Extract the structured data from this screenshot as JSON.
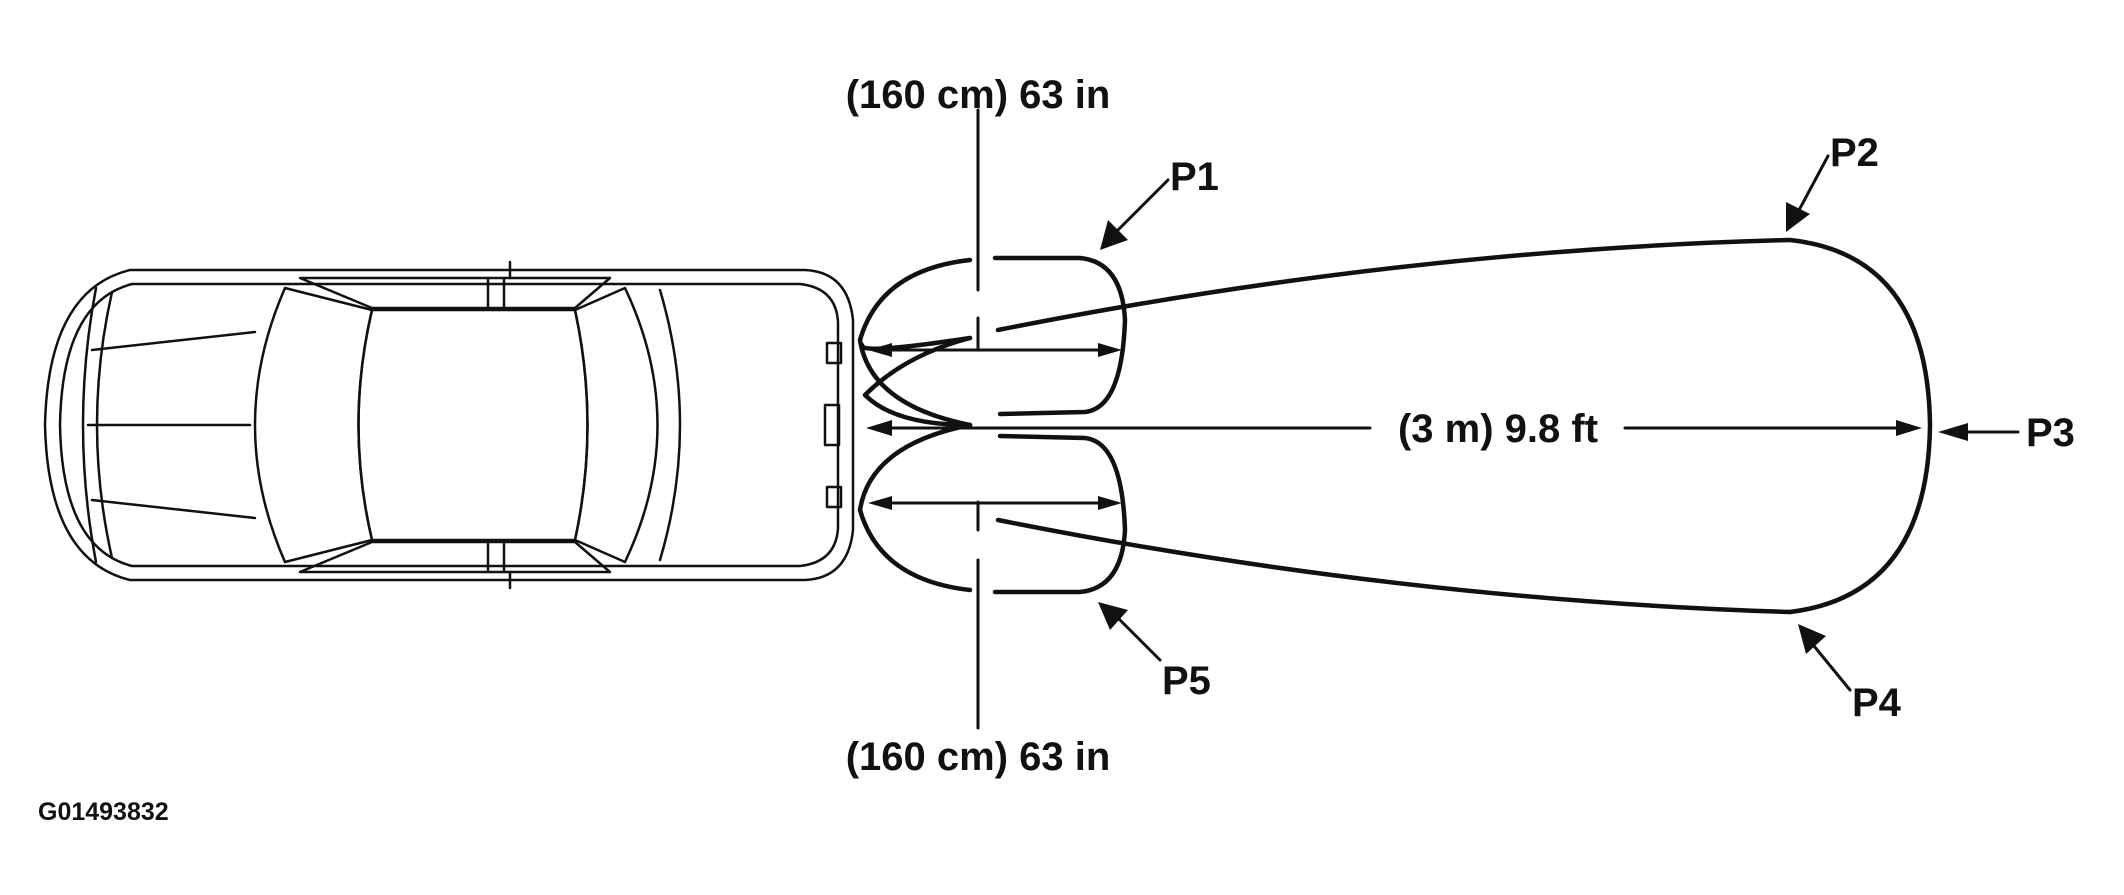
{
  "labels": {
    "top_dimension": "(160 cm) 63 in",
    "bottom_dimension": "(160 cm) 63 in",
    "center_dimension": "(3 m) 9.8 ft",
    "p1": "P1",
    "p2": "P2",
    "p3": "P3",
    "p4": "P4",
    "p5": "P5",
    "figure_id": "G01493832"
  },
  "colors": {
    "ink": "#111111",
    "background": "#ffffff"
  }
}
